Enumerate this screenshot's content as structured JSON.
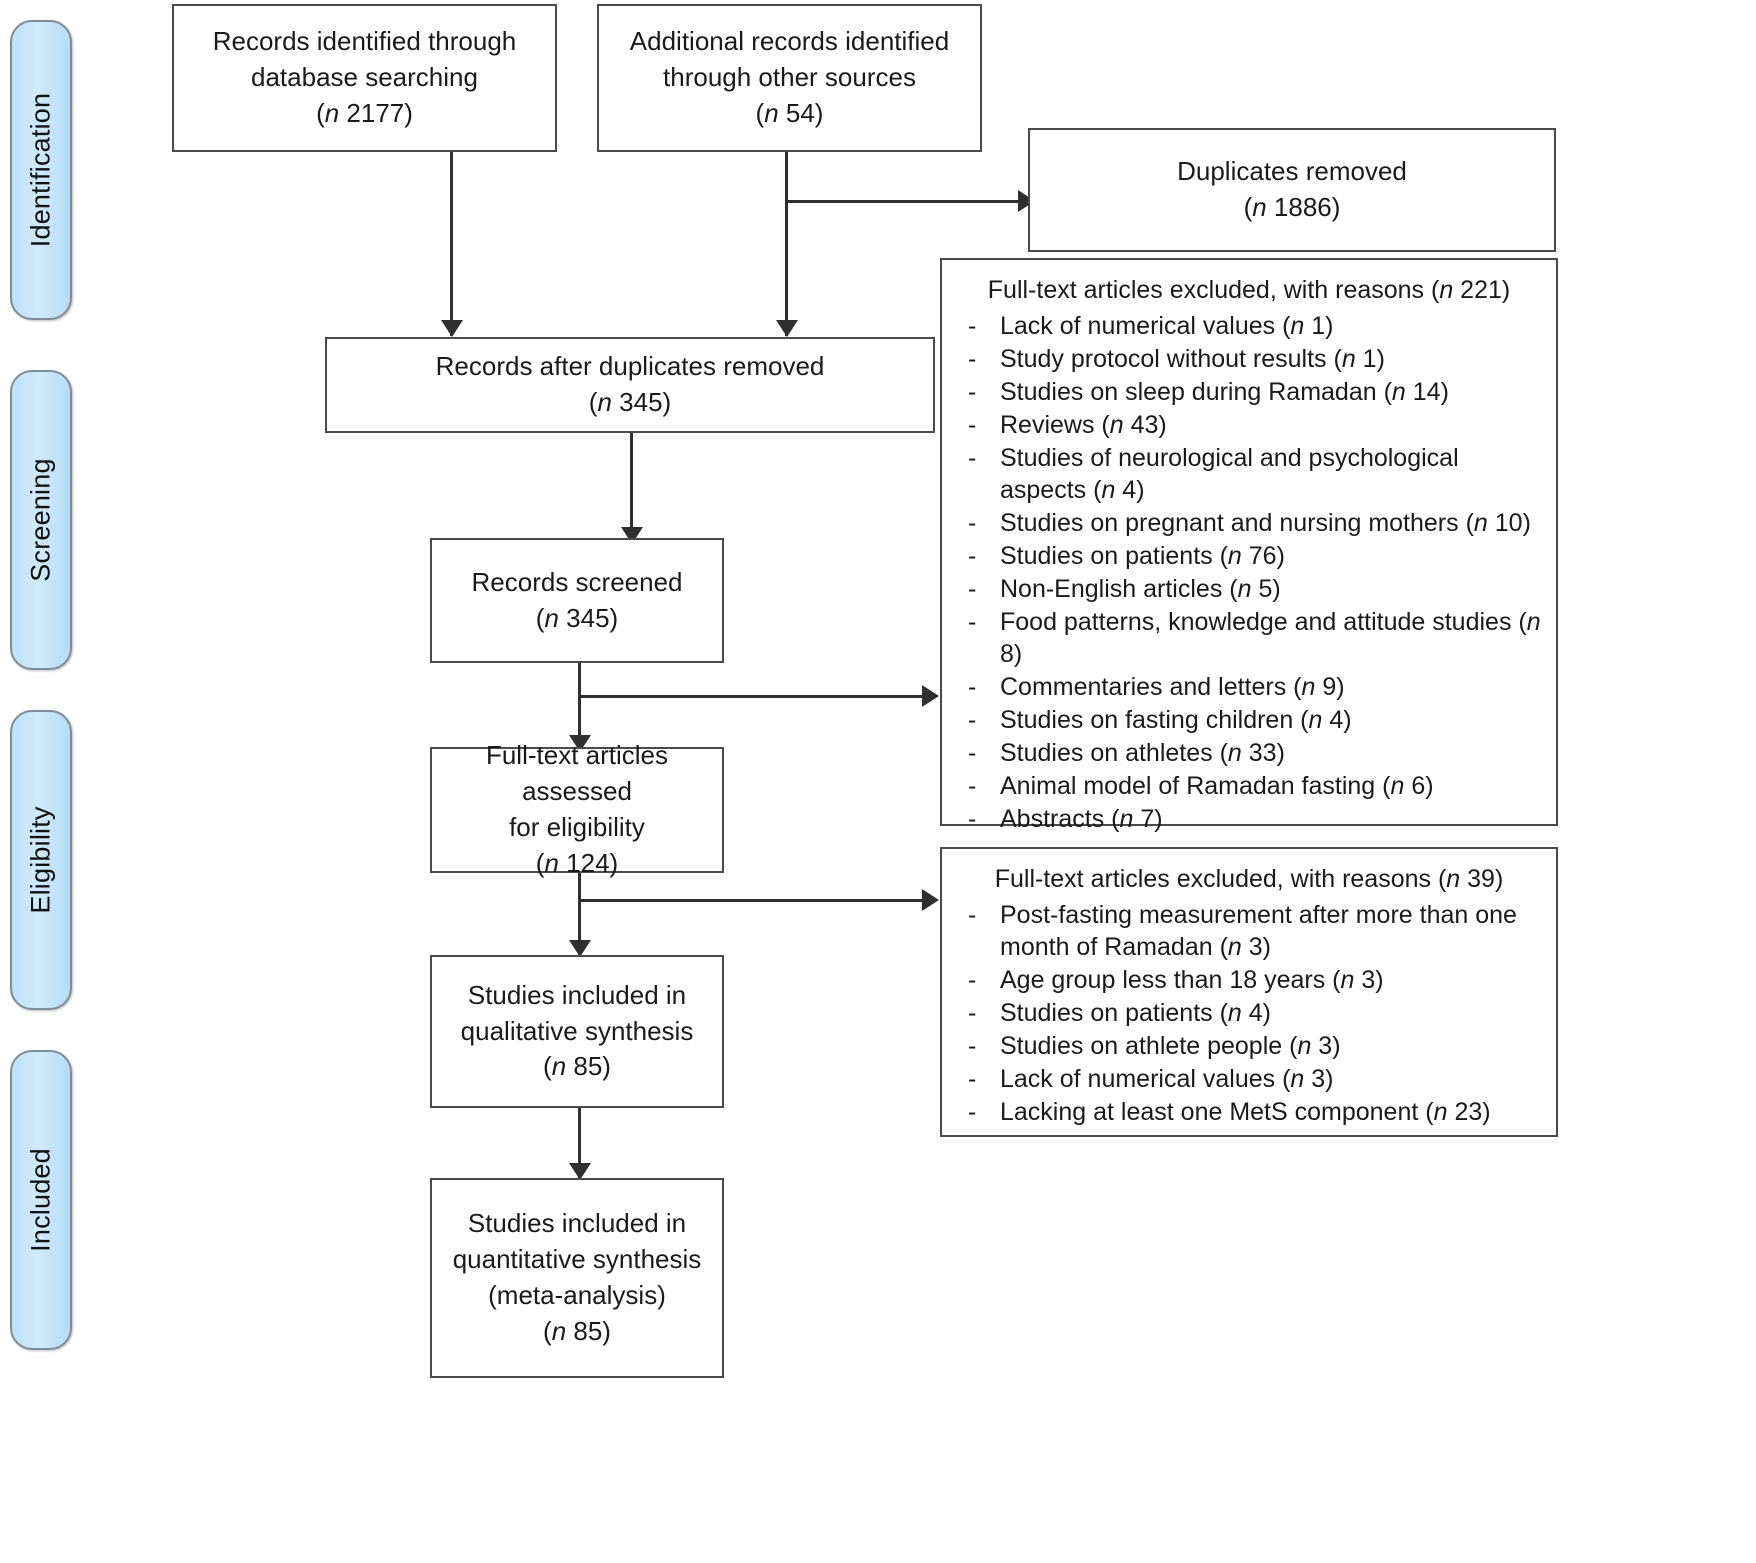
{
  "diagram": {
    "type": "prisma-flow-diagram",
    "stages": [
      {
        "id": "identification",
        "label": "Identification"
      },
      {
        "id": "screening",
        "label": "Screening"
      },
      {
        "id": "eligibility",
        "label": "Eligibility"
      },
      {
        "id": "included",
        "label": "Included"
      }
    ],
    "boxes": {
      "records_database": {
        "lines": [
          "Records identified through",
          "database searching"
        ],
        "count_prefix": "(",
        "count_n": "n",
        "count_value": " 2177)"
      },
      "records_other": {
        "lines": [
          "Additional records identified",
          "through other sources"
        ],
        "count_prefix": "(",
        "count_n": "n",
        "count_value": " 54)"
      },
      "duplicates_removed": {
        "lines": [
          "Duplicates removed"
        ],
        "count_prefix": "(",
        "count_n": "n",
        "count_value": " 1886)"
      },
      "after_duplicates": {
        "lines": [
          "Records after duplicates removed"
        ],
        "count_prefix": "(",
        "count_n": "n",
        "count_value": " 345)"
      },
      "records_screened": {
        "lines": [
          "Records screened"
        ],
        "count_prefix": "(",
        "count_n": "n",
        "count_value": " 345)"
      },
      "fulltext_assessed": {
        "lines": [
          "Full-text articles assessed",
          "for eligibility"
        ],
        "count_prefix": "(",
        "count_n": "n",
        "count_value": " 124)"
      },
      "qualitative": {
        "lines": [
          "Studies included in",
          "qualitative synthesis"
        ],
        "count_prefix": "(",
        "count_n": "n",
        "count_value": " 85)"
      },
      "quantitative": {
        "lines": [
          "Studies included in",
          "quantitative synthesis",
          "(meta-analysis)"
        ],
        "count_prefix": "(",
        "count_n": "n",
        "count_value": " 85)"
      }
    },
    "exclusions_screening": {
      "title_before": "Full-text articles excluded, with reasons (",
      "title_n": "n",
      "title_after": " 221)",
      "items": [
        {
          "text_before": "Lack of numerical values (",
          "n": "n",
          "text_after": " 1)"
        },
        {
          "text_before": "Study protocol without results (",
          "n": "n",
          "text_after": " 1)"
        },
        {
          "text_before": "Studies on sleep during Ramadan (",
          "n": "n",
          "text_after": " 14)"
        },
        {
          "text_before": "Reviews (",
          "n": "n",
          "text_after": " 43)"
        },
        {
          "text_before": "Studies of neurological and psychological aspects (",
          "n": "n",
          "text_after": " 4)"
        },
        {
          "text_before": "Studies on pregnant and nursing mothers (",
          "n": "n",
          "text_after": " 10)"
        },
        {
          "text_before": "Studies on patients (",
          "n": "n",
          "text_after": " 76)"
        },
        {
          "text_before": "Non-English articles (",
          "n": "n",
          "text_after": " 5)"
        },
        {
          "text_before": "Food patterns, knowledge and attitude studies (",
          "n": "n",
          "text_after": " 8)"
        },
        {
          "text_before": "Commentaries and letters (",
          "n": "n",
          "text_after": " 9)"
        },
        {
          "text_before": "Studies on fasting children (",
          "n": "n",
          "text_after": " 4)"
        },
        {
          "text_before": "Studies on athletes (",
          "n": "n",
          "text_after": " 33)"
        },
        {
          "text_before": "Animal model of Ramadan fasting (",
          "n": "n",
          "text_after": " 6)"
        },
        {
          "text_before": "Abstracts (",
          "n": "n",
          "text_after": " 7)"
        }
      ]
    },
    "exclusions_eligibility": {
      "title_before": "Full-text articles excluded, with reasons (",
      "title_n": "n",
      "title_after": " 39)",
      "items": [
        {
          "text_before": "Post-fasting measurement after more than one month of Ramadan (",
          "n": "n",
          "text_after": " 3)"
        },
        {
          "text_before": "Age group less than 18 years (",
          "n": "n",
          "text_after": " 3)"
        },
        {
          "text_before": "Studies on patients (",
          "n": "n",
          "text_after": " 4)"
        },
        {
          "text_before": "Studies on athlete people (",
          "n": "n",
          "text_after": " 3)"
        },
        {
          "text_before": "Lack of numerical values (",
          "n": "n",
          "text_after": " 3)"
        },
        {
          "text_before": "Lacking at least one MetS component  (",
          "n": "n",
          "text_after": " 23)"
        }
      ]
    },
    "colors": {
      "stage_fill": "#c5e5f8",
      "stage_border": "#7f8c97",
      "box_border": "#4a4a4a",
      "connector": "#2f2f2f",
      "text": "#1a1a1a",
      "background": "#ffffff"
    }
  }
}
